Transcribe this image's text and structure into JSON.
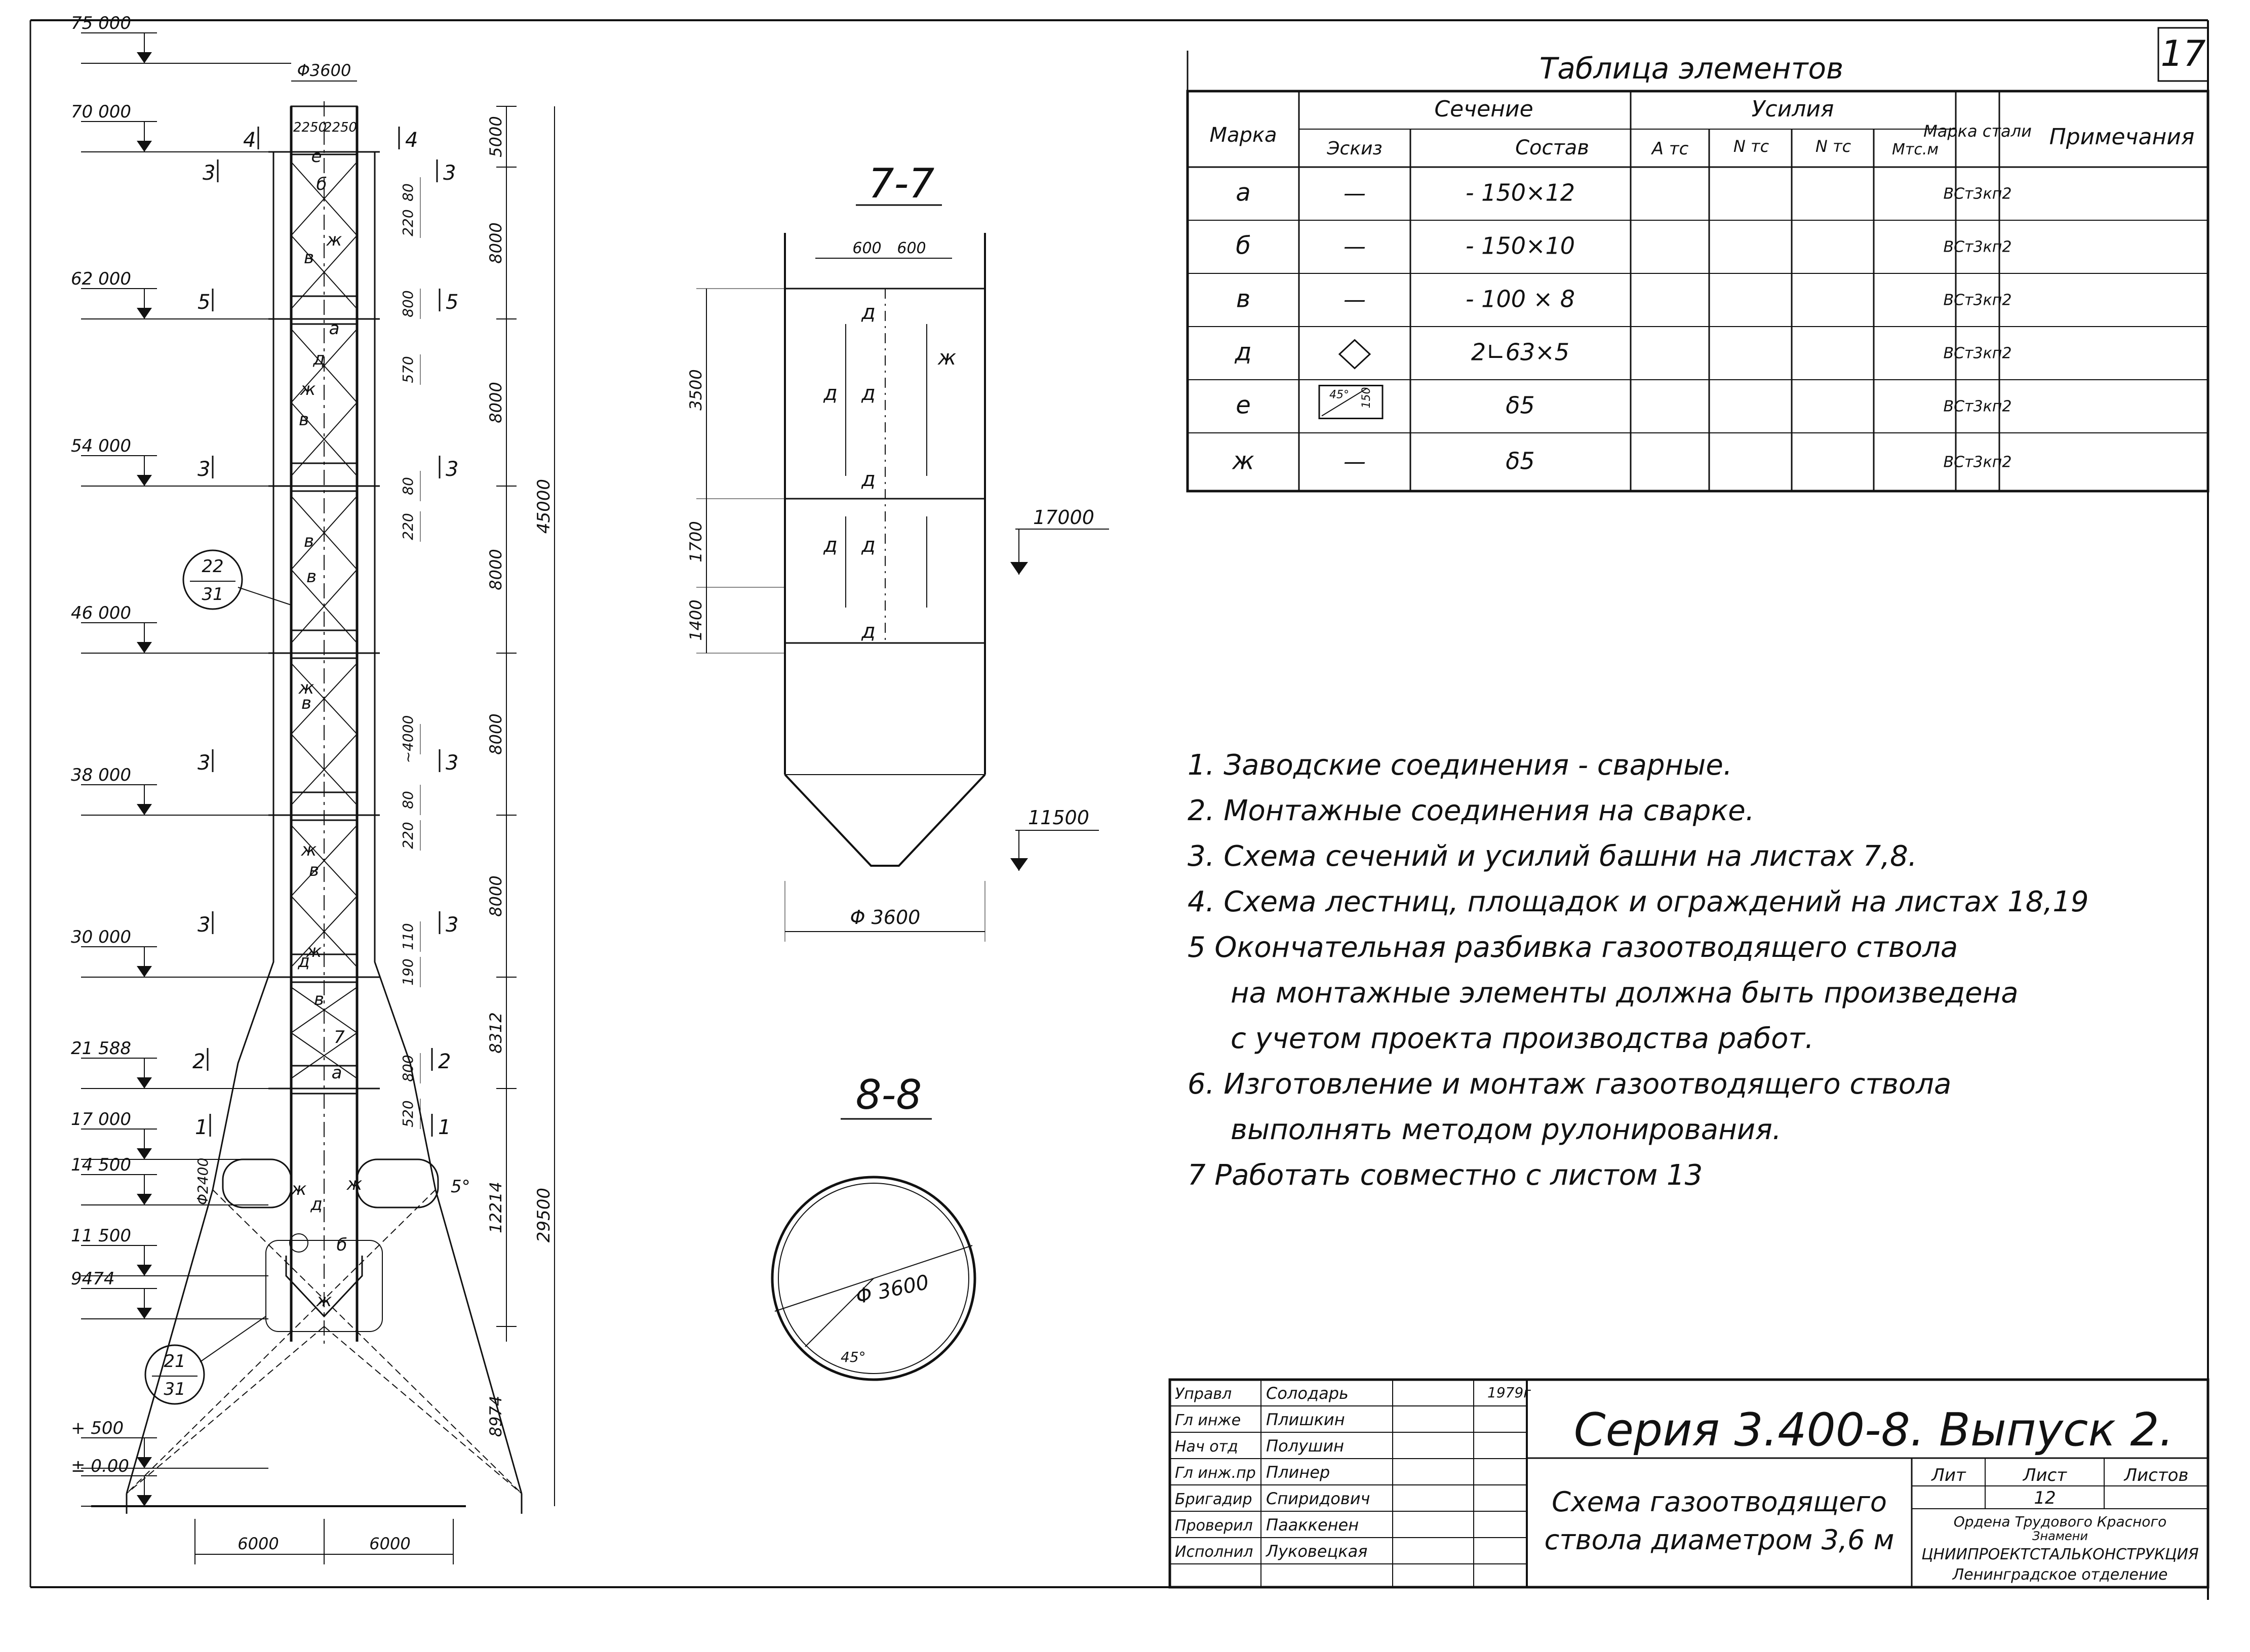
{
  "sheet_number": "17",
  "tower": {
    "top_diameter": "Φ3600",
    "elevations": [
      "75 000",
      "70 000",
      "62 000",
      "54 000",
      "46 000",
      "38 000",
      "30 000",
      "21 588",
      "17 000",
      "14 500",
      "11 500",
      "9474",
      "+ 500",
      "± 0.00"
    ],
    "segment_heights": [
      "5000",
      "8000",
      "8000",
      "8000",
      "8000",
      "8000",
      "8312",
      "12214",
      "8974"
    ],
    "total_height": "45000",
    "lower_height": "29500",
    "inner_dims": [
      "80",
      "220",
      "800",
      "570",
      "80",
      "220",
      "~4000",
      "80",
      "220",
      "110",
      "190",
      "800",
      "520"
    ],
    "top_dims": [
      "2250",
      "2250"
    ],
    "base_dims": [
      "6000",
      "6000"
    ],
    "section_marks": [
      "4",
      "4",
      "3",
      "3",
      "5",
      "5",
      "3",
      "3",
      "3",
      "3",
      "3",
      "3",
      "2",
      "2",
      "1",
      "1"
    ],
    "element_letters": [
      "е",
      "б",
      "в",
      "ж",
      "а",
      "д",
      "в",
      "ж",
      "в",
      "в",
      "ж",
      "в",
      "ж",
      "в",
      "д",
      "ж",
      "в",
      "7",
      "а",
      "ж",
      "д",
      "ж",
      "б",
      "ж"
    ],
    "node_refs": [
      {
        "top": "22",
        "bottom": "31"
      },
      {
        "top": "21",
        "bottom": "31"
      }
    ],
    "branch_diameter": "Φ2400",
    "branch_angle": "5°",
    "aux_labels": [
      "7",
      "3"
    ]
  },
  "section_7": {
    "title": "7-7",
    "top_dims": [
      "600",
      "600"
    ],
    "vertical_dims": [
      "3500",
      "1700",
      "1400"
    ],
    "plate_letters": [
      "д",
      "д",
      "д",
      "д",
      "д",
      "д",
      "д",
      "ж"
    ],
    "elevation_upper": "17000",
    "elevation_lower": "11500",
    "diameter": "Φ 3600"
  },
  "section_8": {
    "title": "8-8",
    "diameter": "Φ 3600",
    "angle": "45°"
  },
  "table": {
    "title": "Таблица элементов",
    "headers": {
      "mark": "Марка",
      "section": "Сечение",
      "sketch": "Эскиз",
      "composition": "Состав",
      "forces": "Усилия",
      "a": "А тс",
      "n_plus": "N тс",
      "n_minus": "N тс",
      "m": "Мтс.м",
      "steel": "Марка стали",
      "notes": "Примечания"
    },
    "rows": [
      {
        "mark": "а",
        "sketch": "—",
        "composition": "- 150×12",
        "steel": "ВСт3кп2"
      },
      {
        "mark": "б",
        "sketch": "—",
        "composition": "- 150×10",
        "steel": "ВСт3кп2"
      },
      {
        "mark": "в",
        "sketch": "—",
        "composition": "- 100 × 8",
        "steel": "ВСт3кп2"
      },
      {
        "mark": "д",
        "sketch": "diamond",
        "composition": "2∟63×5",
        "steel": "ВСт3кп2"
      },
      {
        "mark": "е",
        "sketch": "plate",
        "composition": "δ5",
        "steel": "ВСт3кп2"
      },
      {
        "mark": "ж",
        "sketch": "—",
        "composition": "δ5",
        "steel": "ВСт3кп2"
      }
    ],
    "sketch_plate_angle": "45°",
    "sketch_plate_dim": "150"
  },
  "notes": [
    "1. Заводские соединения - сварные.",
    "2. Монтажные соединения на сварке.",
    "3. Схема сечений и усилий башни на листах 7,8.",
    "4. Схема лестниц, площадок и ограждений на листах 18,19",
    "5 Окончательная разбивка газоотводящего ствола",
    "на монтажные элементы должна быть произведена",
    "с учетом проекта производства работ.",
    "6. Изготовление и монтаж газоотводящего ствола",
    "выполнять методом рулонирования.",
    "7 Работать совместно с листом 13"
  ],
  "title_block": {
    "series": "Серия 3.400-8. Выпуск 2.",
    "sheet_title_1": "Схема газоотводящего",
    "sheet_title_2": "ствола диаметром 3,6 м",
    "lit_label": "Лит",
    "sheet_label": "Лист",
    "sheets_label": "Листов",
    "sheet_value": "12",
    "year": "1979г",
    "org_1": "Ордена Трудового Красного",
    "org_2": "Знамени",
    "org_3": "ЦНИИПРОЕКТСТАЛЬКОНСТРУКЦИЯ",
    "org_4": "Ленинградское отделение",
    "roles": [
      {
        "role": "Управл",
        "name": "Солодарь"
      },
      {
        "role": "Гл инже",
        "name": "Плишкин"
      },
      {
        "role": "Нач отд",
        "name": "Полушин"
      },
      {
        "role": "Гл инж.пр",
        "name": "Плинер"
      },
      {
        "role": "Бригадир",
        "name": "Спиридович"
      },
      {
        "role": "Проверил",
        "name": "Пааккенен"
      },
      {
        "role": "Исполнил",
        "name": "Луковецкая"
      }
    ]
  }
}
